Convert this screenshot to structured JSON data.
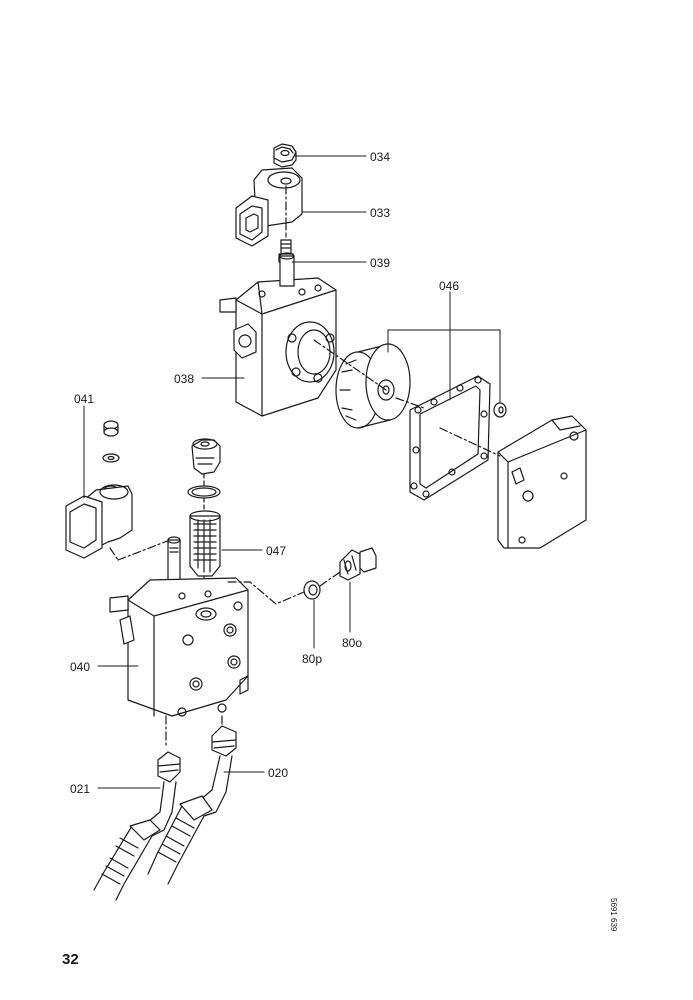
{
  "parts": {
    "p034": "034",
    "p033": "033",
    "p039": "039",
    "p046": "046",
    "p038": "038",
    "p041": "041",
    "p047": "047",
    "p040": "040",
    "p80p": "80p",
    "p80o": "80o",
    "p021": "021",
    "p020": "020"
  },
  "page_number": "32",
  "drawing_ref": "5691 639",
  "line_color": "#1a1a1a"
}
